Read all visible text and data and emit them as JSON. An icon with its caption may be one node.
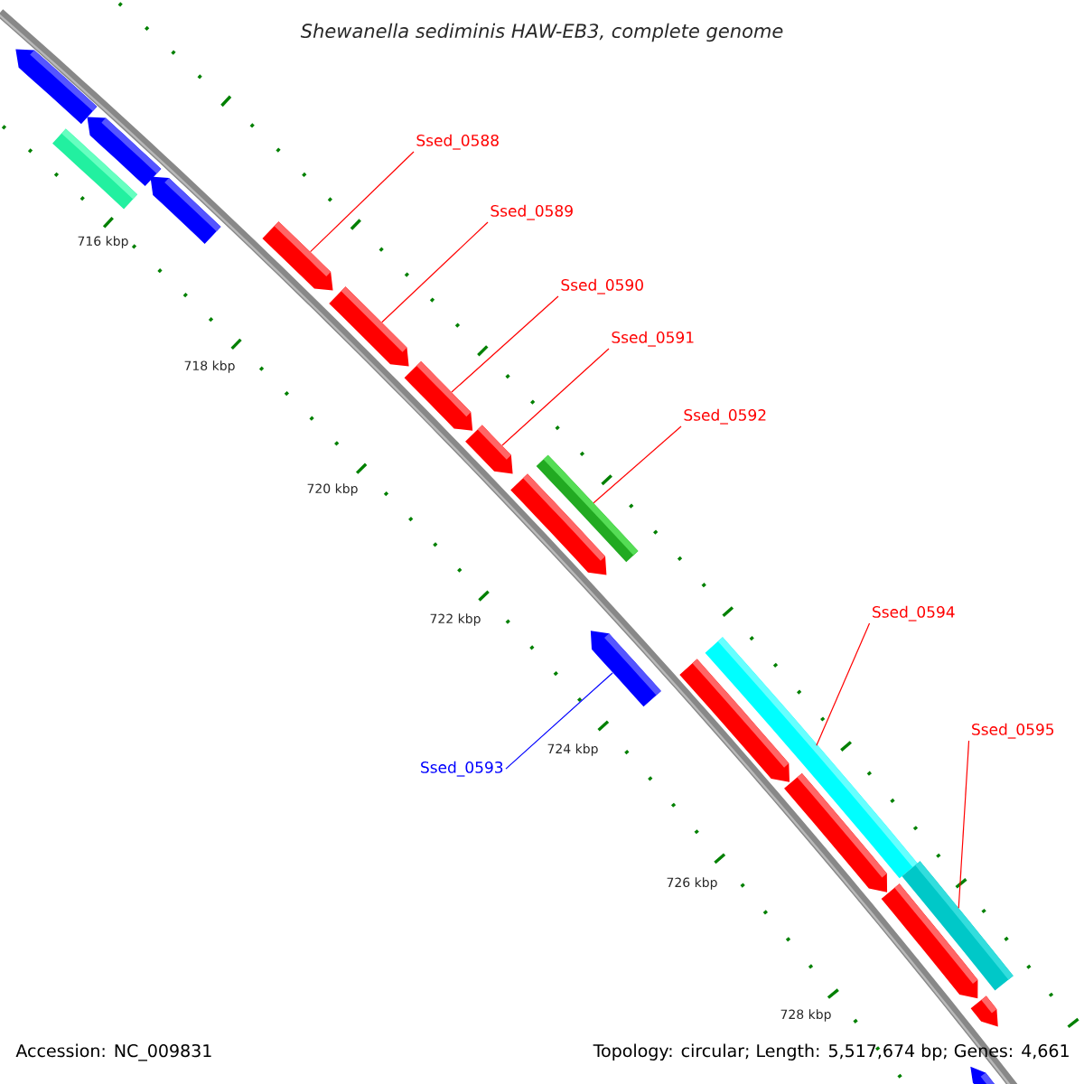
{
  "diagram": {
    "title": "Shewanella sediminis HAW-EB3, complete genome",
    "nodes": [
      {
        "text": [],
        "shape": "arrow"
      },
      {
        "text": [],
        "shape": "bar"
      },
      {
        "text": [],
        "shape": "arrow"
      },
      {
        "text": [],
        "shape": "arrow"
      },
      {
        "text": [],
        "shape": "arrow"
      },
      {
        "text": [],
        "shape": "arrow"
      },
      {
        "text": [],
        "shape": "arrow"
      },
      {
        "text": [],
        "shape": "arrow"
      },
      {
        "text": [],
        "shape": "bar"
      },
      {
        "text": [],
        "shape": "arrow"
      },
      {
        "text": [],
        "shape": "arrow"
      },
      {
        "text": [],
        "shape": "bar"
      },
      {
        "text": [],
        "shape": "arrow"
      },
      {
        "text": [],
        "shape": "arrow"
      },
      {
        "text": [],
        "shape": "arrow"
      },
      {
        "text": [],
        "shape": "arrow"
      },
      {
        "text": [],
        "shape": "arrow"
      },
      {
        "text": [
          "Ssed_0588"
        ]
      },
      {
        "text": [
          "Ssed_0589"
        ]
      },
      {
        "text": [
          "Ssed_0590"
        ]
      },
      {
        "text": [
          "Ssed_0591"
        ]
      },
      {
        "text": [
          "Ssed_0592"
        ]
      },
      {
        "text": [
          "Ssed_0593"
        ]
      },
      {
        "text": [
          "Ssed_0594"
        ]
      },
      {
        "text": [
          "Ssed_0595"
        ]
      },
      {
        "text": [],
        "shape": "bar"
      }
    ],
    "edges": [
      {
        "from": 17,
        "to": 4,
        "arrow": "none"
      },
      {
        "from": 18,
        "to": 5,
        "arrow": "none"
      },
      {
        "from": 19,
        "to": 6,
        "arrow": "none"
      },
      {
        "from": 20,
        "to": 7,
        "arrow": "none"
      },
      {
        "from": 21,
        "to": 8,
        "arrow": "none"
      },
      {
        "from": 22,
        "to": 10,
        "arrow": "none",
        "color": "#0000ff"
      },
      {
        "from": 23,
        "to": 11,
        "arrow": "none"
      },
      {
        "from": 24,
        "to": 25,
        "arrow": "none"
      }
    ],
    "labels": [
      "716 kbp",
      "718 kbp",
      "720 kbp",
      "722 kbp",
      "724 kbp",
      "726 kbp",
      "728 kbp",
      "Accession: NC_009831",
      "Topology: circular; Length: 5,517,674 bp; Genes: 4,661"
    ]
  }
}
